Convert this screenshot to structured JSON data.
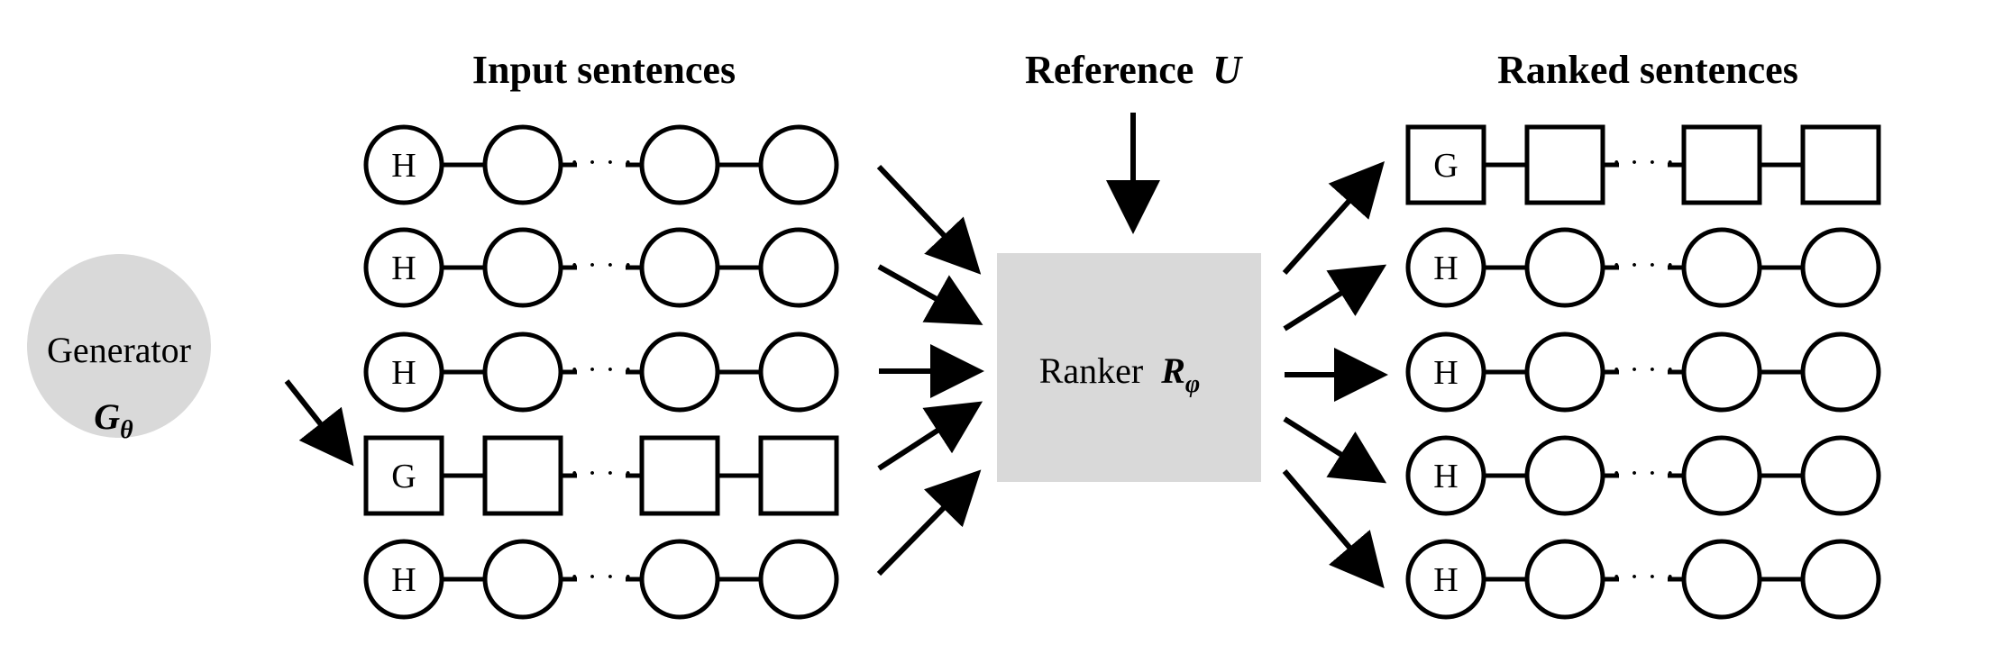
{
  "headings": {
    "input": "Input sentences",
    "reference_prefix": "Reference",
    "reference_var": "U",
    "ranked": "Ranked sentences"
  },
  "generator": {
    "label": "Generator",
    "var": "G",
    "sub": "θ",
    "fill": "#d9d9d9"
  },
  "ranker": {
    "label": "Ranker",
    "var": "R",
    "sub": "φ",
    "fill": "#d9d9d9"
  },
  "input_rows": [
    {
      "kind": "human",
      "letter": "H"
    },
    {
      "kind": "human",
      "letter": "H"
    },
    {
      "kind": "human",
      "letter": "H"
    },
    {
      "kind": "generated",
      "letter": "G"
    },
    {
      "kind": "human",
      "letter": "H"
    }
  ],
  "ranked_rows": [
    {
      "kind": "generated",
      "letter": "G"
    },
    {
      "kind": "human",
      "letter": "H"
    },
    {
      "kind": "human",
      "letter": "H"
    },
    {
      "kind": "human",
      "letter": "H"
    },
    {
      "kind": "human",
      "letter": "H"
    }
  ],
  "ellipsis": "· · · ·"
}
